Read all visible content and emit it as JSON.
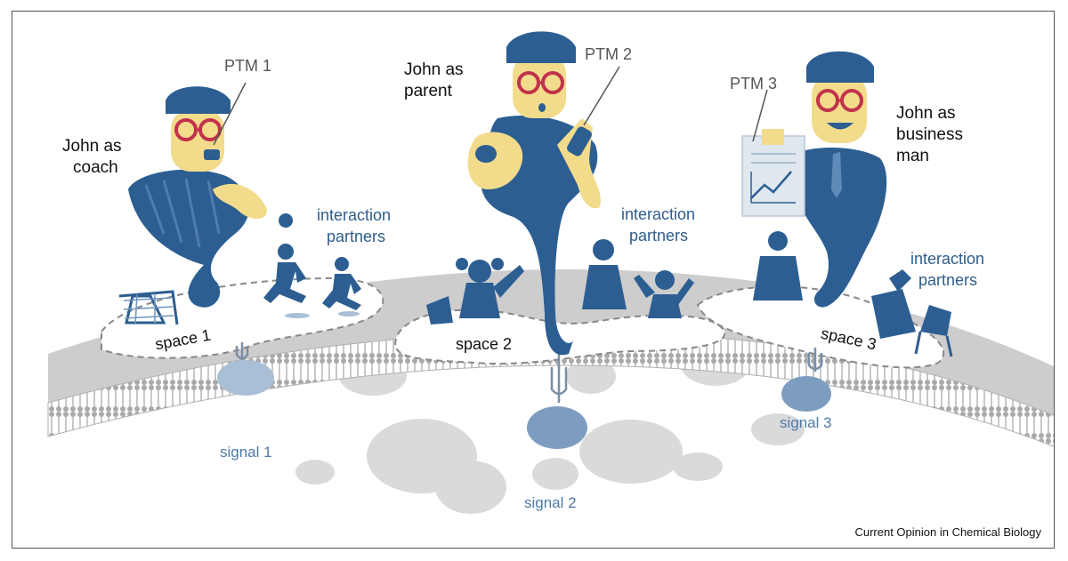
{
  "personas": [
    {
      "label_line1": "John as",
      "label_line2": "coach",
      "ptm": "PTM 1",
      "space": "space 1",
      "signal": "signal 1"
    },
    {
      "label_line1": "John as",
      "label_line2": "parent",
      "ptm": "PTM 2",
      "space": "space 2",
      "signal": "signal 2"
    },
    {
      "label_line1": "John as",
      "label_line2": "business",
      "label_line3": "man",
      "ptm": "PTM 3",
      "space": "space 3",
      "signal": "signal 3"
    }
  ],
  "interaction": {
    "line1": "interaction",
    "line2": "partners"
  },
  "credit": "Current Opinion in Chemical Biology",
  "colors": {
    "figure_blue": "#2c5e92",
    "skin": "#f2dc8c",
    "glasses": "#c0334b",
    "membrane": "#c9c9c9",
    "label_blue": "#4f7aa5"
  }
}
